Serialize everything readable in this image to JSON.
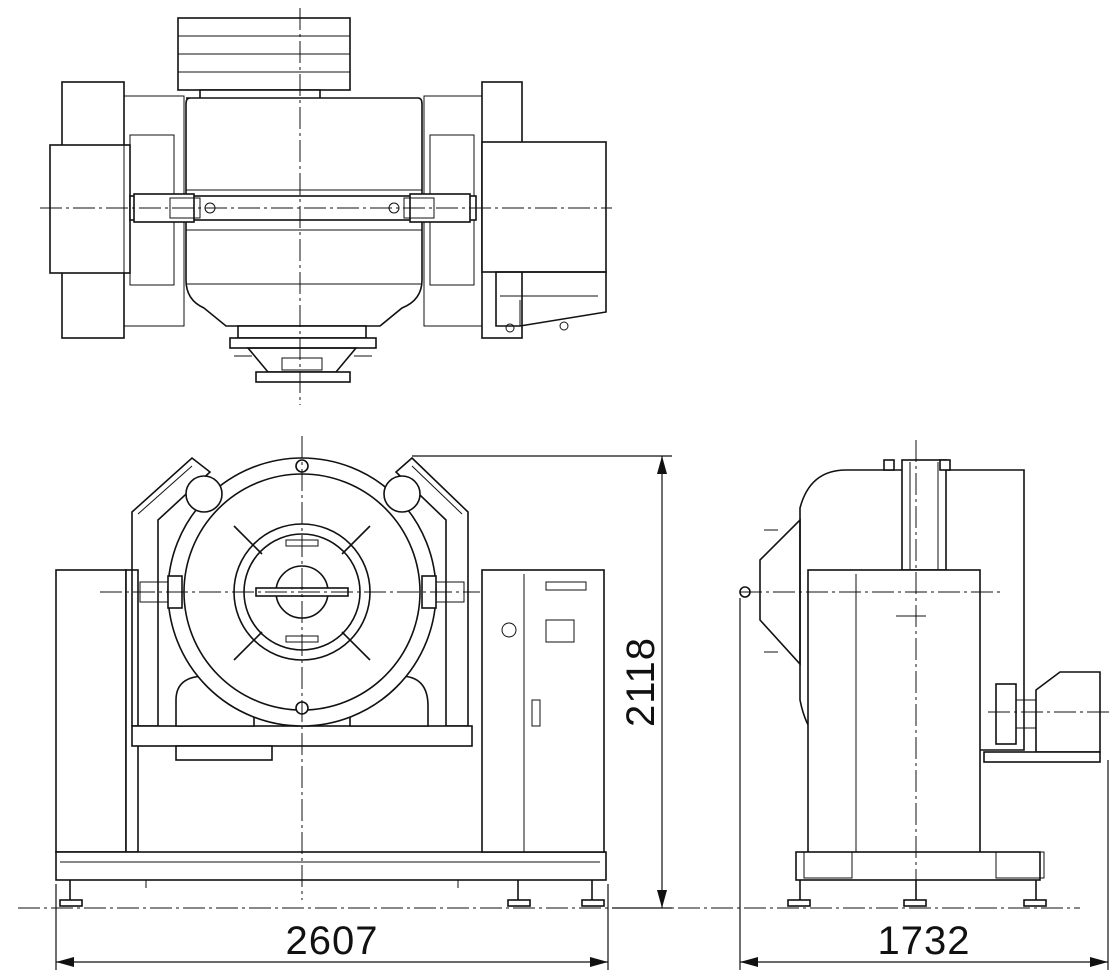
{
  "drawing": {
    "dimensions": {
      "front_width": "2607",
      "height": "2118",
      "side_depth": "1732"
    }
  }
}
